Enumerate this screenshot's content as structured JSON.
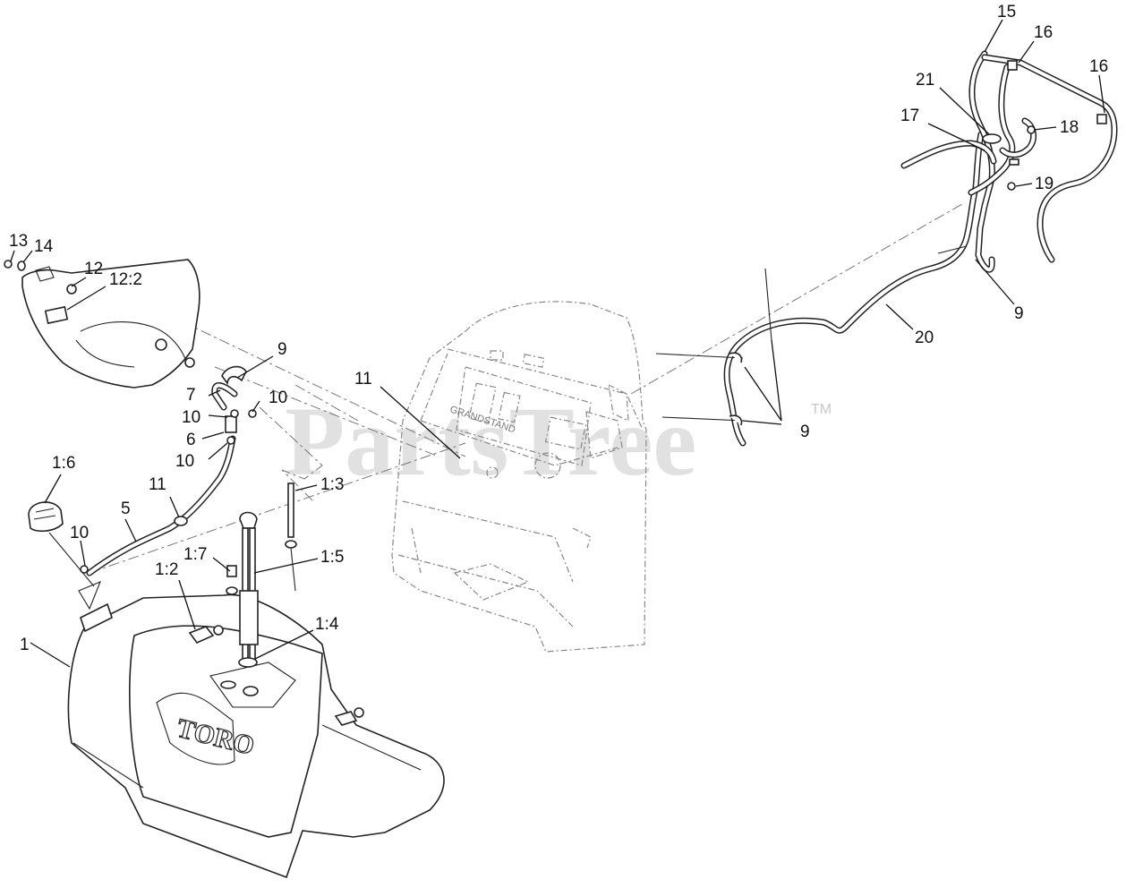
{
  "watermark": {
    "text": "PartsTree",
    "tm": "TM"
  },
  "brand_logo": "TORO",
  "console_label": "GRANDSTAND",
  "callouts": [
    {
      "id": "c-1",
      "text": "1"
    },
    {
      "id": "c-1-2",
      "text": "1:2"
    },
    {
      "id": "c-1-3",
      "text": "1:3"
    },
    {
      "id": "c-1-4",
      "text": "1:4"
    },
    {
      "id": "c-1-5",
      "text": "1:5"
    },
    {
      "id": "c-1-6",
      "text": "1:6"
    },
    {
      "id": "c-1-7",
      "text": "1:7"
    },
    {
      "id": "c-5",
      "text": "5"
    },
    {
      "id": "c-6",
      "text": "6"
    },
    {
      "id": "c-7",
      "text": "7"
    },
    {
      "id": "c-9a",
      "text": "9"
    },
    {
      "id": "c-9b",
      "text": "9"
    },
    {
      "id": "c-9c",
      "text": "9"
    },
    {
      "id": "c-10a",
      "text": "10"
    },
    {
      "id": "c-10b",
      "text": "10"
    },
    {
      "id": "c-10c",
      "text": "10"
    },
    {
      "id": "c-10d",
      "text": "10"
    },
    {
      "id": "c-11a",
      "text": "11"
    },
    {
      "id": "c-11b",
      "text": "11"
    },
    {
      "id": "c-12",
      "text": "12"
    },
    {
      "id": "c-12-2",
      "text": "12:2"
    },
    {
      "id": "c-13",
      "text": "13"
    },
    {
      "id": "c-14",
      "text": "14"
    },
    {
      "id": "c-15",
      "text": "15"
    },
    {
      "id": "c-16a",
      "text": "16"
    },
    {
      "id": "c-16b",
      "text": "16"
    },
    {
      "id": "c-17",
      "text": "17"
    },
    {
      "id": "c-18",
      "text": "18"
    },
    {
      "id": "c-19",
      "text": "19"
    },
    {
      "id": "c-20",
      "text": "20"
    },
    {
      "id": "c-21",
      "text": "21"
    }
  ]
}
